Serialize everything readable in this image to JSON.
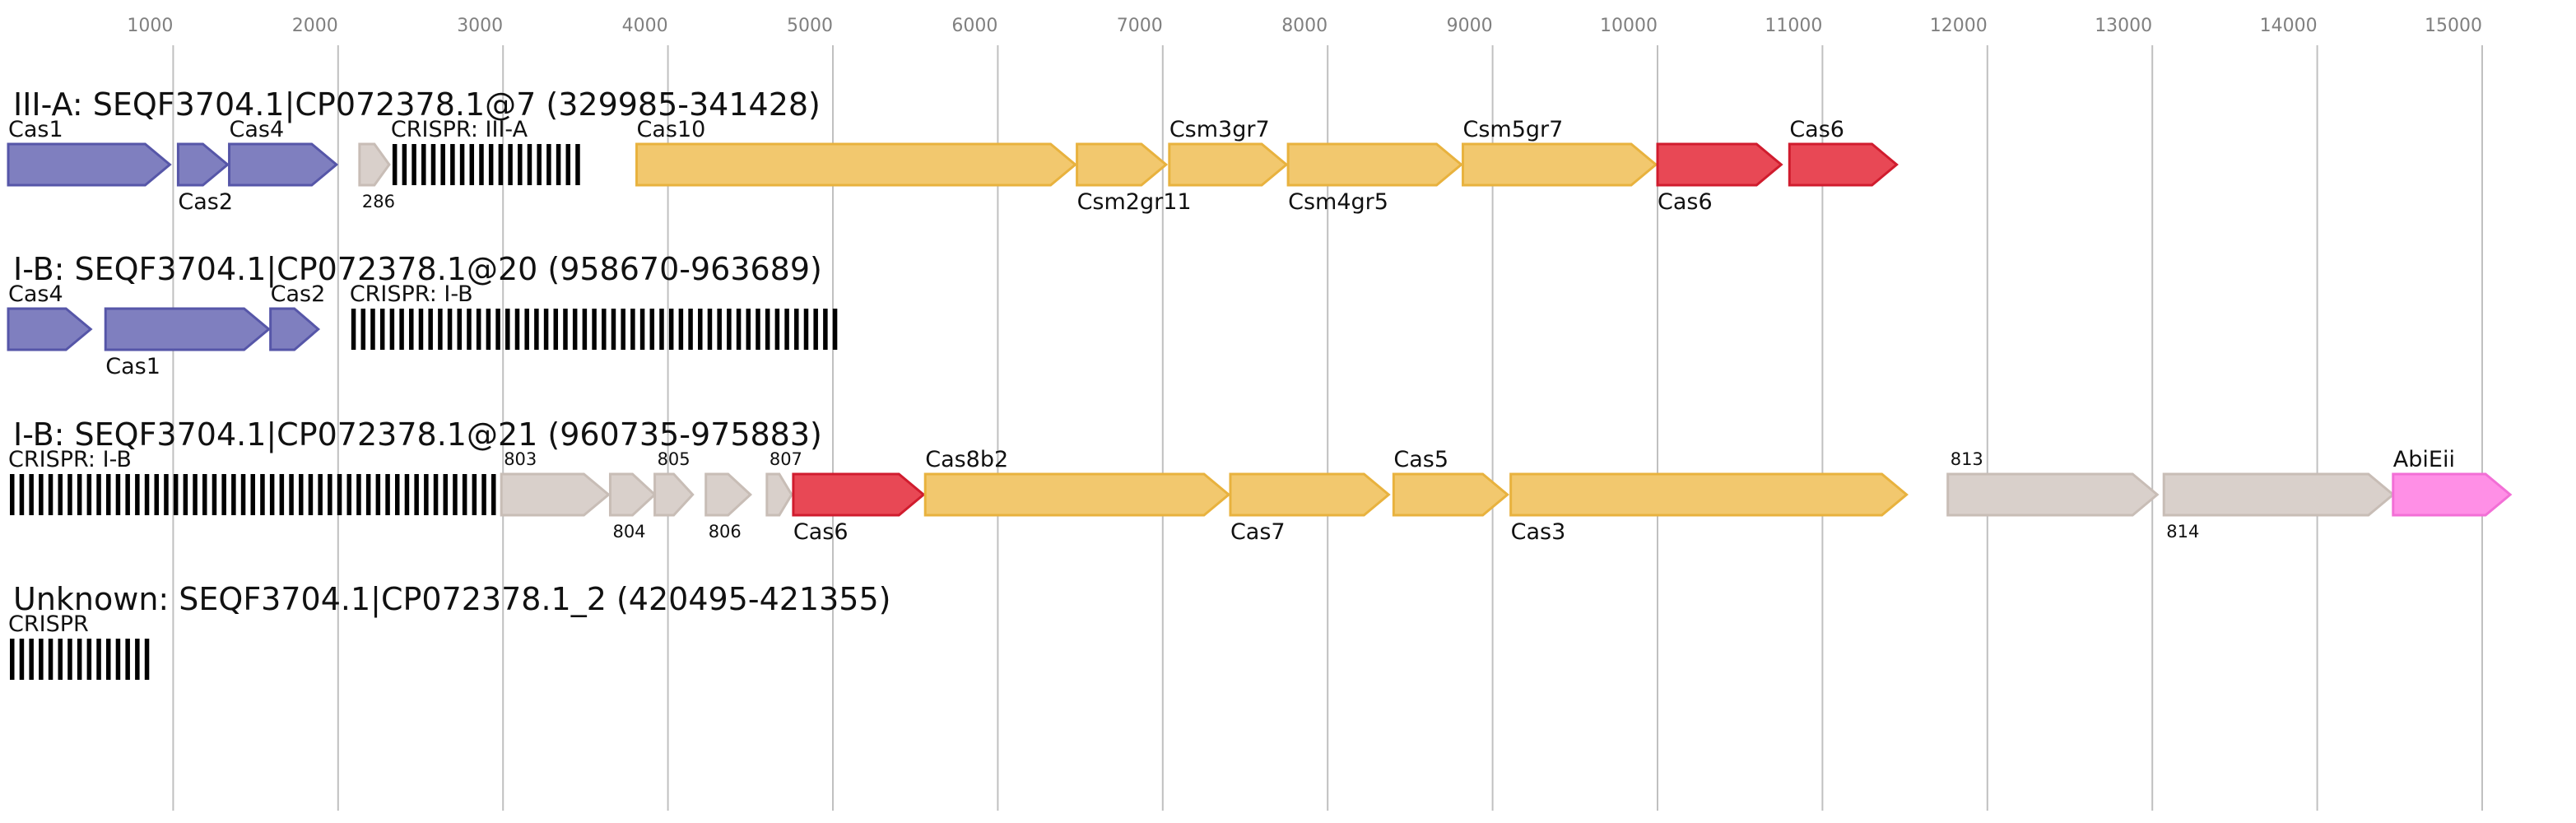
{
  "ruler": {
    "ticks": [
      1000,
      2000,
      3000,
      4000,
      5000,
      6000,
      7000,
      8000,
      9000,
      10000,
      11000,
      12000,
      13000,
      14000,
      15000
    ]
  },
  "colors": {
    "adaptation": "#7f7fbf",
    "adaptation_stroke": "#5656a8",
    "effector": "#f2c86e",
    "effector_stroke": "#e8b23e",
    "processing": "#e84855",
    "processing_stroke": "#d01c2e",
    "other": "#d9d0cb",
    "other_stroke": "#c8bdb6",
    "abi": "#ff8fe6",
    "abi_stroke": "#f26fd6",
    "crispr": "#000000",
    "grid": "#c0c0c0"
  },
  "tracks": [
    {
      "title": "III-A: SEQF3704.1|CP072378.1@7 (329985-341428)",
      "features": [
        {
          "kind": "gene",
          "start": 0,
          "end": 980,
          "cat": "adaptation",
          "label": "Cas1",
          "pos": "above"
        },
        {
          "kind": "gene",
          "start": 1030,
          "end": 1330,
          "cat": "adaptation",
          "label": "Cas2",
          "pos": "below"
        },
        {
          "kind": "gene",
          "start": 1340,
          "end": 1990,
          "cat": "adaptation",
          "label": "Cas4",
          "pos": "above"
        },
        {
          "kind": "gene",
          "start": 2130,
          "end": 2310,
          "cat": "other",
          "label": "286",
          "pos": "below",
          "small": true
        },
        {
          "kind": "crispr",
          "start": 2320,
          "end": 3480,
          "label": "CRISPR: III-A",
          "pos": "above"
        },
        {
          "kind": "gene",
          "start": 3810,
          "end": 6470,
          "cat": "effector",
          "label": "Cas10",
          "pos": "above"
        },
        {
          "kind": "gene",
          "start": 6480,
          "end": 7020,
          "cat": "effector",
          "label": "Csm2gr11",
          "pos": "below"
        },
        {
          "kind": "gene",
          "start": 7040,
          "end": 7750,
          "cat": "effector",
          "label": "Csm3gr7",
          "pos": "above"
        },
        {
          "kind": "gene",
          "start": 7760,
          "end": 8810,
          "cat": "effector",
          "label": "Csm4gr5",
          "pos": "below"
        },
        {
          "kind": "gene",
          "start": 8820,
          "end": 9990,
          "cat": "effector",
          "label": "Csm5gr7",
          "pos": "above"
        },
        {
          "kind": "gene",
          "start": 10000,
          "end": 10750,
          "cat": "processing",
          "label": "Cas6",
          "pos": "below"
        },
        {
          "kind": "gene",
          "start": 10800,
          "end": 11450,
          "cat": "processing",
          "label": "Cas6",
          "pos": "above"
        }
      ]
    },
    {
      "title": "I-B: SEQF3704.1|CP072378.1@20 (958670-963689)",
      "features": [
        {
          "kind": "gene",
          "start": 0,
          "end": 500,
          "cat": "adaptation",
          "label": "Cas4",
          "pos": "above"
        },
        {
          "kind": "gene",
          "start": 590,
          "end": 1580,
          "cat": "adaptation",
          "label": "Cas1",
          "pos": "below"
        },
        {
          "kind": "gene",
          "start": 1590,
          "end": 1880,
          "cat": "adaptation",
          "label": "Cas2",
          "pos": "above"
        },
        {
          "kind": "crispr",
          "start": 2070,
          "end": 5030,
          "label": "CRISPR: I-B",
          "pos": "above"
        }
      ]
    },
    {
      "title": "I-B: SEQF3704.1|CP072378.1@21 (960735-975883)",
      "features": [
        {
          "kind": "crispr",
          "start": 0,
          "end": 2960,
          "label": "CRISPR: I-B",
          "pos": "above"
        },
        {
          "kind": "gene",
          "start": 2990,
          "end": 3640,
          "cat": "other",
          "label": "803",
          "pos": "above",
          "small": true
        },
        {
          "kind": "gene",
          "start": 3650,
          "end": 3920,
          "cat": "other",
          "label": "804",
          "pos": "below",
          "small": true
        },
        {
          "kind": "gene",
          "start": 3920,
          "end": 4150,
          "cat": "other",
          "label": "805",
          "pos": "above",
          "small": true
        },
        {
          "kind": "gene",
          "start": 4230,
          "end": 4500,
          "cat": "other",
          "label": "806",
          "pos": "below",
          "small": true
        },
        {
          "kind": "gene",
          "start": 4600,
          "end": 4750,
          "cat": "other",
          "label": "807",
          "pos": "above",
          "small": true
        },
        {
          "kind": "gene",
          "start": 4760,
          "end": 5550,
          "cat": "processing",
          "label": "Cas6",
          "pos": "below"
        },
        {
          "kind": "gene",
          "start": 5560,
          "end": 7400,
          "cat": "effector",
          "label": "Cas8b2",
          "pos": "above"
        },
        {
          "kind": "gene",
          "start": 7410,
          "end": 8370,
          "cat": "effector",
          "label": "Cas7",
          "pos": "below"
        },
        {
          "kind": "gene",
          "start": 8400,
          "end": 9090,
          "cat": "effector",
          "label": "Cas5",
          "pos": "above"
        },
        {
          "kind": "gene",
          "start": 9110,
          "end": 11510,
          "cat": "effector",
          "label": "Cas3",
          "pos": "below"
        },
        {
          "kind": "gene",
          "start": 11760,
          "end": 13030,
          "cat": "other",
          "label": "813",
          "pos": "above",
          "small": true
        },
        {
          "kind": "gene",
          "start": 13070,
          "end": 14460,
          "cat": "other",
          "label": "814",
          "pos": "below",
          "small": true
        },
        {
          "kind": "gene",
          "start": 14460,
          "end": 15170,
          "cat": "abi",
          "label": "AbiEii",
          "pos": "above"
        }
      ]
    },
    {
      "title": "Unknown: SEQF3704.1|CP072378.1_2 (420495-421355)",
      "features": [
        {
          "kind": "crispr",
          "start": 0,
          "end": 860,
          "label": "CRISPR",
          "pos": "above"
        }
      ]
    }
  ]
}
